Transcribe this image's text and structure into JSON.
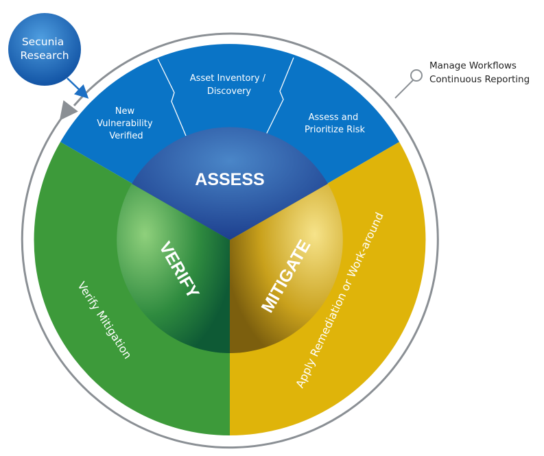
{
  "source": {
    "line1": "Secunia",
    "line2": "Research"
  },
  "outer_note": {
    "line1": "Manage Workflows",
    "line2": "Continuous Reporting"
  },
  "phases": {
    "assess": "ASSESS",
    "verify": "VERIFY",
    "mitigate": "MITIGATE"
  },
  "outer_ring": {
    "new_vuln": [
      "New",
      "Vulnerability",
      "Verified"
    ],
    "asset_inventory": [
      "Asset Inventory /",
      "Discovery"
    ],
    "assess_risk": [
      "Assess and",
      "Prioritize Risk"
    ],
    "verify_mitigation": "Verify Mitigation",
    "apply_remediation": "Apply Remediation or Work-around"
  },
  "colors": {
    "blue_outer": "#0a74c6",
    "blue_inner": "#2b6fb8",
    "green_outer": "#3d9a3a",
    "green_inner": "#2e8a3e",
    "gold_outer": "#dfb40a",
    "gold_inner": "#c79c12",
    "gray_ring": "#8a8f94",
    "secunia_blue": "#1565b3"
  }
}
